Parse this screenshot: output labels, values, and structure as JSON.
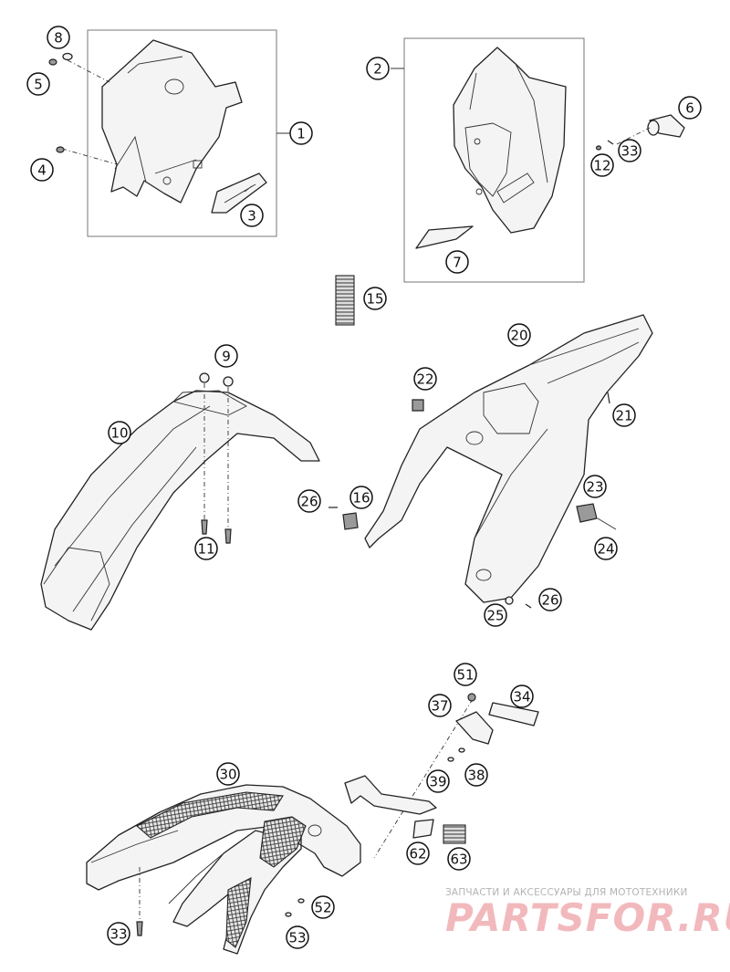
{
  "callouts": [
    {
      "label": "8"
    },
    {
      "label": "5"
    },
    {
      "label": "4"
    },
    {
      "label": "1"
    },
    {
      "label": "3"
    },
    {
      "label": "2"
    },
    {
      "label": "7"
    },
    {
      "label": "6"
    },
    {
      "label": "33"
    },
    {
      "label": "12"
    },
    {
      "label": "15"
    },
    {
      "label": "9"
    },
    {
      "label": "10"
    },
    {
      "label": "11"
    },
    {
      "label": "20"
    },
    {
      "label": "22"
    },
    {
      "label": "21"
    },
    {
      "label": "26"
    },
    {
      "label": "16"
    },
    {
      "label": "23"
    },
    {
      "label": "24"
    },
    {
      "label": "25"
    },
    {
      "label": "26"
    },
    {
      "label": "51"
    },
    {
      "label": "34"
    },
    {
      "label": "37"
    },
    {
      "label": "39"
    },
    {
      "label": "38"
    },
    {
      "label": "30"
    },
    {
      "label": "62"
    },
    {
      "label": "63"
    },
    {
      "label": "52"
    },
    {
      "label": "33"
    },
    {
      "label": "53"
    }
  ],
  "watermark": {
    "subtitle": "ЗАПЧАСТИ И АКСЕССУАРЫ ДЛЯ МОТОТЕХНИКИ",
    "logo_text": "PARTSFOR.RU"
  }
}
